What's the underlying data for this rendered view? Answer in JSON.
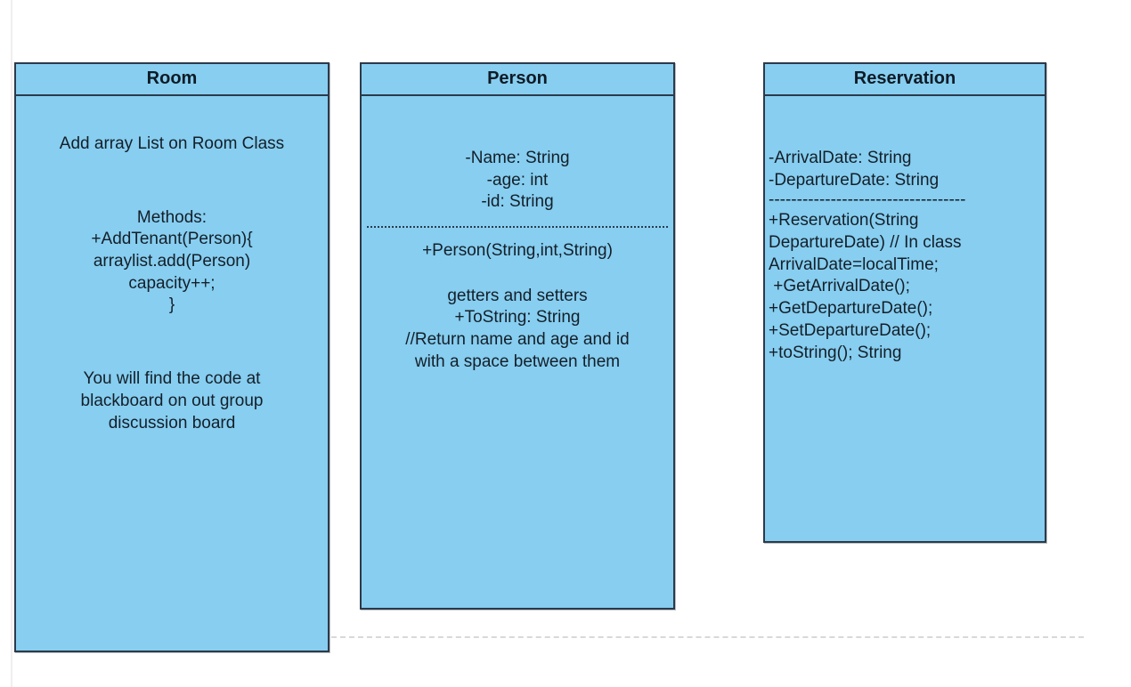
{
  "diagram": {
    "type": "uml-class-diagram",
    "background_color": "#ffffff",
    "class_fill_color": "#87cef0",
    "class_border_color": "#2b3a4a",
    "text_color": "#141f29"
  },
  "classes": [
    {
      "name": "Room",
      "title": "Room",
      "align": "center",
      "blocks": [
        {
          "kind": "gap",
          "size": "lg"
        },
        {
          "kind": "text",
          "value": "Add array List on Room Class"
        },
        {
          "kind": "gap",
          "size": "xl"
        },
        {
          "kind": "text",
          "value": "Methods:"
        },
        {
          "kind": "text",
          "value": "+AddTenant(Person){"
        },
        {
          "kind": "text",
          "value": "arraylist.add(Person)"
        },
        {
          "kind": "text",
          "value": "capacity++;"
        },
        {
          "kind": "text",
          "value": "}"
        },
        {
          "kind": "gap",
          "size": "xl"
        },
        {
          "kind": "text",
          "value": "You will find the code at"
        },
        {
          "kind": "text",
          "value": "blackboard on out group"
        },
        {
          "kind": "text",
          "value": "discussion board"
        }
      ]
    },
    {
      "name": "Person",
      "title": "Person",
      "align": "center",
      "blocks": [
        {
          "kind": "gap",
          "size": "xl"
        },
        {
          "kind": "text",
          "value": "-Name: String"
        },
        {
          "kind": "text",
          "value": "-age: int"
        },
        {
          "kind": "text",
          "value": "-id: String"
        },
        {
          "kind": "gap",
          "size": "sm"
        },
        {
          "kind": "dotted-separator"
        },
        {
          "kind": "gap",
          "size": "sm"
        },
        {
          "kind": "text",
          "value": "+Person(String,int,String)"
        },
        {
          "kind": "gap",
          "size": "md"
        },
        {
          "kind": "text",
          "value": "getters and setters"
        },
        {
          "kind": "text",
          "value": "+ToString: String"
        },
        {
          "kind": "text",
          "value": "//Return name and age and id"
        },
        {
          "kind": "text",
          "value": "with a space between them"
        }
      ]
    },
    {
      "name": "Reservation",
      "title": "Reservation",
      "align": "left",
      "blocks": [
        {
          "kind": "gap",
          "size": "xl"
        },
        {
          "kind": "text",
          "value": "-ArrivalDate: String"
        },
        {
          "kind": "text",
          "value": "-DepartureDate: String"
        },
        {
          "kind": "hyphen-separator",
          "value": "-----------------------------------"
        },
        {
          "kind": "text",
          "value": "+Reservation(String"
        },
        {
          "kind": "text",
          "value": "DepartureDate) // In class"
        },
        {
          "kind": "text",
          "value": "ArrivalDate=localTime;"
        },
        {
          "kind": "text",
          "value": " +GetArrivalDate();"
        },
        {
          "kind": "text",
          "value": "+GetDepartureDate();"
        },
        {
          "kind": "text",
          "value": "+SetDepartureDate();"
        },
        {
          "kind": "text",
          "value": "+toString(); String"
        }
      ]
    }
  ]
}
